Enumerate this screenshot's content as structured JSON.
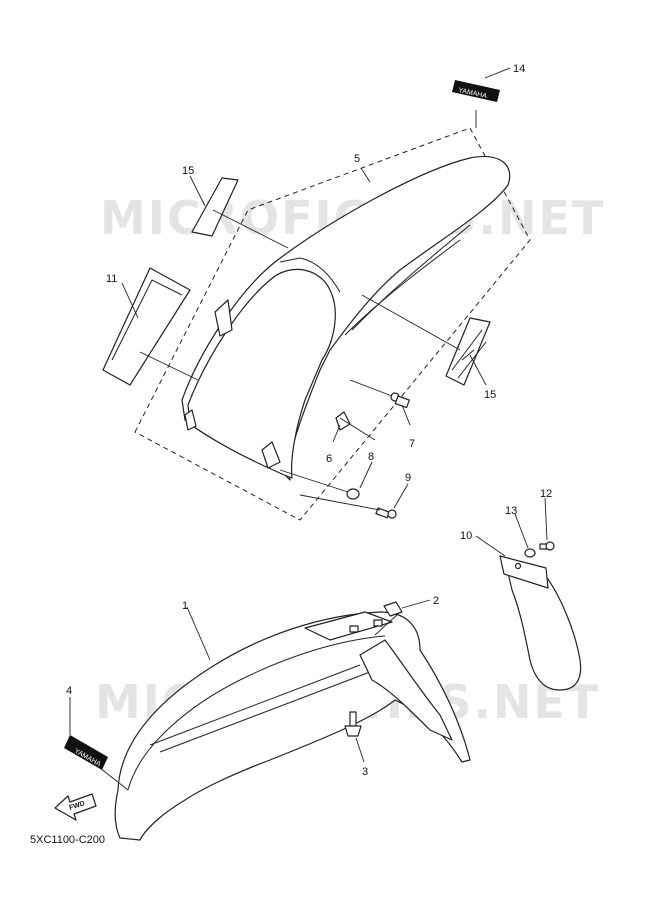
{
  "watermarks": [
    "MICROFICHES.NET",
    "MICROFICHES.NET"
  ],
  "callouts": {
    "c1": "1",
    "c2": "2",
    "c3": "3",
    "c4": "4",
    "c5": "5",
    "c6": "6",
    "c7": "7",
    "c8": "8",
    "c9": "9",
    "c10": "10",
    "c11": "11",
    "c12": "12",
    "c13": "13",
    "c14": "14",
    "c15a": "15",
    "c15b": "15"
  },
  "decals": {
    "brand": "YAMAHA",
    "fwd": "FWD"
  },
  "reference_code": "5XC1100-C200"
}
